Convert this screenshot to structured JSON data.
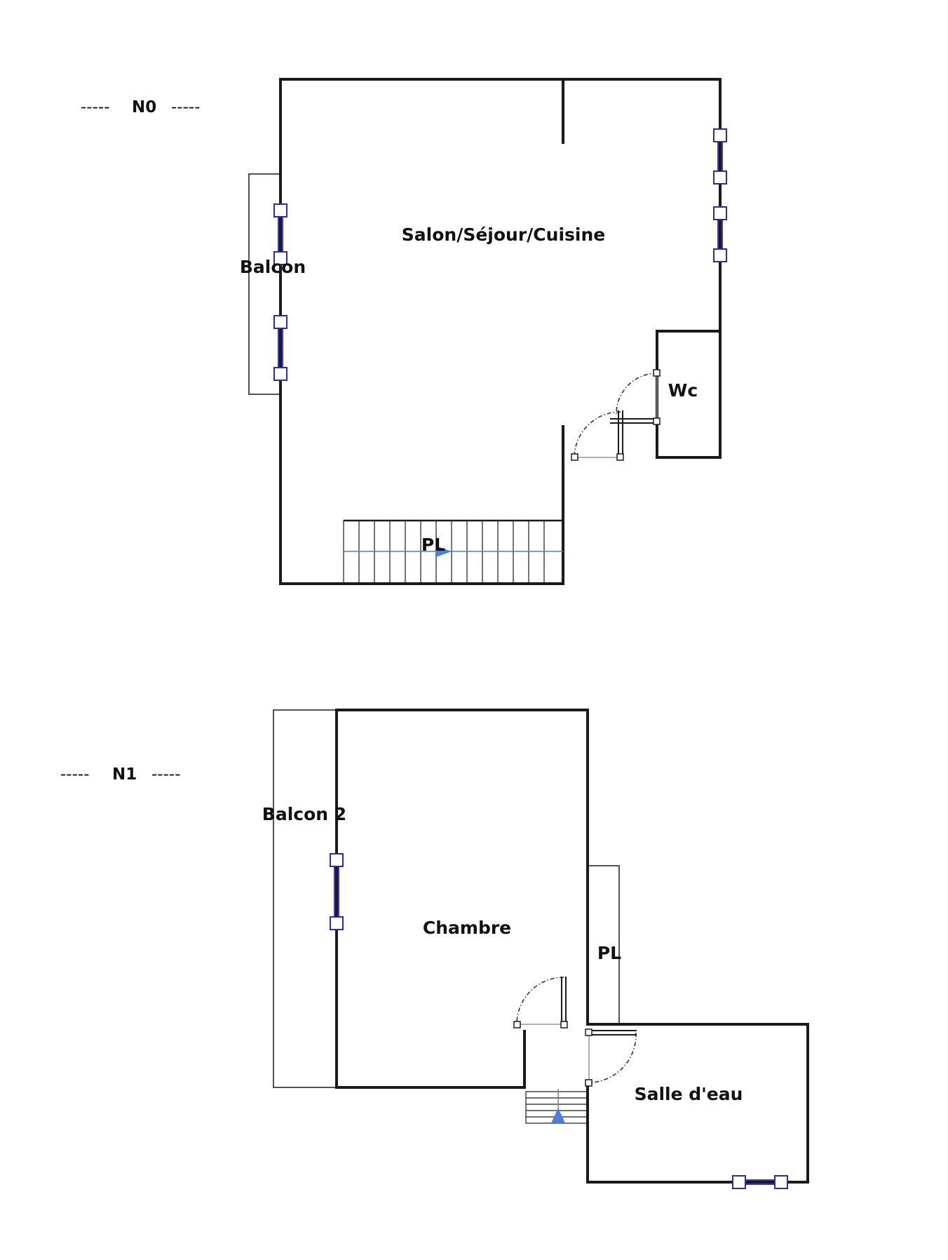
{
  "levels": [
    {
      "label": "N0",
      "dashes_left": "-----",
      "dashes_right": "-----",
      "rooms": {
        "salon": "Salon/Séjour/Cuisine",
        "balcon": "Balcon",
        "wc": "Wc",
        "stairs": "PL"
      }
    },
    {
      "label": "N1",
      "dashes_left": "-----",
      "dashes_right": "-----",
      "rooms": {
        "balcon2": "Balcon 2",
        "chambre": "Chambre",
        "stairs": "PL",
        "salle_eau": "Salle d'eau"
      }
    }
  ],
  "colors": {
    "wall": "#1a1a1a",
    "window": "#3a3ad0",
    "stair_arrow": "#4a7fe0"
  }
}
